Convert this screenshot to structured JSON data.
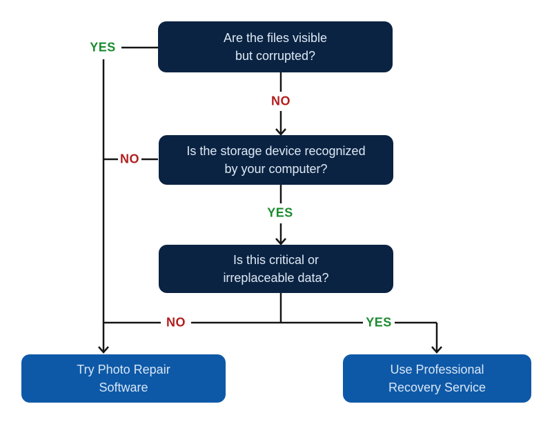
{
  "colors": {
    "question_box": "#0b2342",
    "action_box": "#0e59a7",
    "yes_label": "#1c8b2f",
    "no_label": "#b21e1e",
    "line": "#141414",
    "question_text": "#dde9f5",
    "action_text": "#d8e7f6",
    "background": "#ffffff"
  },
  "flowchart": {
    "questions": [
      {
        "line1": "Are the files visible",
        "line2": "but corrupted?"
      },
      {
        "line1": "Is the storage device recognized",
        "line2": "by your computer?"
      },
      {
        "line1": "Is this critical or",
        "line2": "irreplaceable data?"
      }
    ],
    "actions": [
      {
        "line1": "Try Photo Repair",
        "line2": "Software"
      },
      {
        "line1": "Use Professional",
        "line2": "Recovery Service"
      }
    ],
    "edges": [
      {
        "from": "question-files-corrupted",
        "answer": "YES",
        "to": "action-photo-repair"
      },
      {
        "from": "question-files-corrupted",
        "answer": "NO",
        "to": "question-device-recognized"
      },
      {
        "from": "question-device-recognized",
        "answer": "NO",
        "to": "action-photo-repair"
      },
      {
        "from": "question-device-recognized",
        "answer": "YES",
        "to": "question-critical-data"
      },
      {
        "from": "question-critical-data",
        "answer": "NO",
        "to": "action-photo-repair"
      },
      {
        "from": "question-critical-data",
        "answer": "YES",
        "to": "action-professional-recovery"
      }
    ]
  }
}
